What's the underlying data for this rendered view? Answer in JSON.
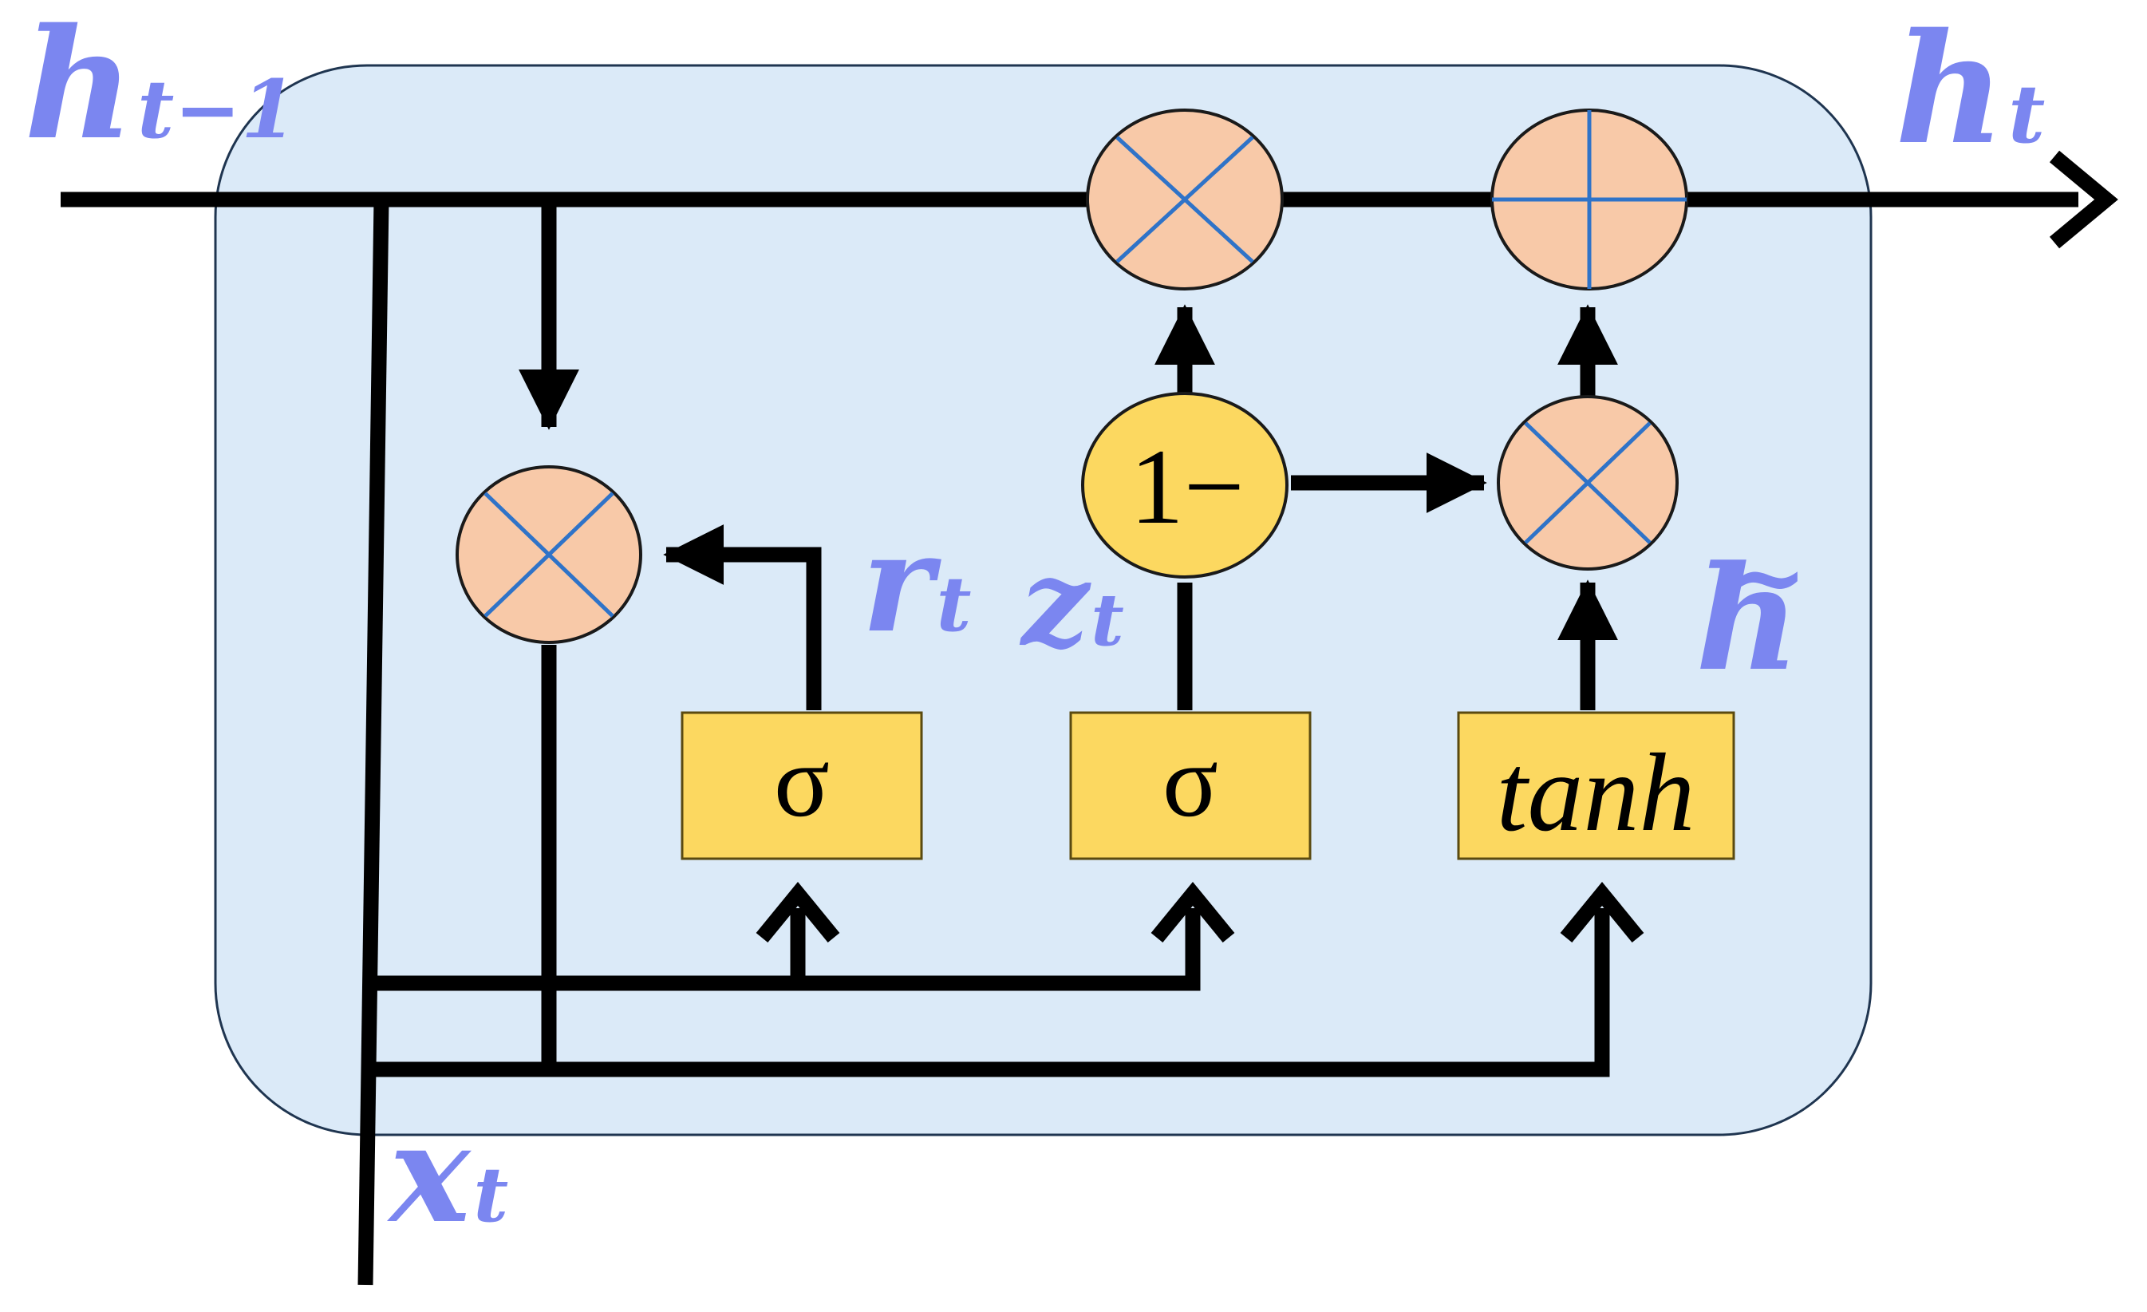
{
  "labels": {
    "h_prev_main": "h",
    "h_prev_sub": "t−1",
    "h_out_main": "h",
    "h_out_sub": "t",
    "r_main": "r",
    "r_sub": "t",
    "z_main": "z",
    "z_sub": "t",
    "h_tilde": "h",
    "h_tilde_mark": "~",
    "x_main": "x",
    "x_sub": "t"
  },
  "blocks": {
    "sigma_reset": "σ",
    "sigma_update": "σ",
    "tanh": "tanh",
    "one_minus": "1−"
  },
  "colors": {
    "cell_fill": "#dbeaf8",
    "cell_border": "#1f3550",
    "label": "#7b86f0",
    "operator_fill": "#f8c9a8",
    "operator_cross": "#2f73c8",
    "gate_fill": "#fcd860",
    "wire": "#000000"
  },
  "icons": [
    "multiply-operator-icon",
    "add-operator-icon",
    "arrow-icon"
  ]
}
